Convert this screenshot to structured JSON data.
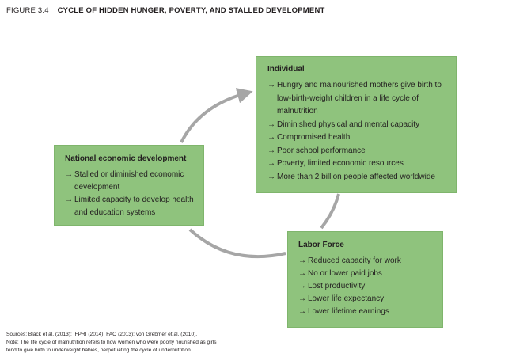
{
  "figure": {
    "number": "FIGURE 3.4",
    "title": "CYCLE OF HIDDEN HUNGER, POVERTY, AND STALLED DEVELOPMENT"
  },
  "colors": {
    "box_fill": "#8fc37d",
    "arrow": "#a6a6a6",
    "text": "#231f20"
  },
  "bullet_icon": "right-arrow-icon",
  "bullet_glyph": "→",
  "boxes": {
    "individual": {
      "title": "Individual",
      "items": [
        "Hungry and malnourished mothers give birth to low-birth-weight children in a life cycle of malnutrition",
        "Diminished physical and mental capacity",
        "Compromised health",
        "Poor school performance",
        "Poverty, limited economic resources",
        "More than 2 billion people affected worldwide"
      ]
    },
    "national": {
      "title": "National economic development",
      "items": [
        "Stalled or diminished economic development",
        "Limited capacity to develop health and education systems"
      ]
    },
    "labor": {
      "title": "Labor Force",
      "items": [
        "Reduced capacity for work",
        "No or lower paid jobs",
        "Lost productivity",
        "Lower life expectancy",
        "Lower lifetime earnings"
      ]
    }
  },
  "notes": {
    "sources": "Sources: Black et al. (2013); IFPRI (2014); FAO (2013); von Grebmer et al. (2010).",
    "note_line1": "Note: The life cycle of malnutrition refers to how women who were poorly nourished as girls",
    "note_line2": "tend to give birth to underweight babies, perpetuating the cycle of undernutrition."
  }
}
